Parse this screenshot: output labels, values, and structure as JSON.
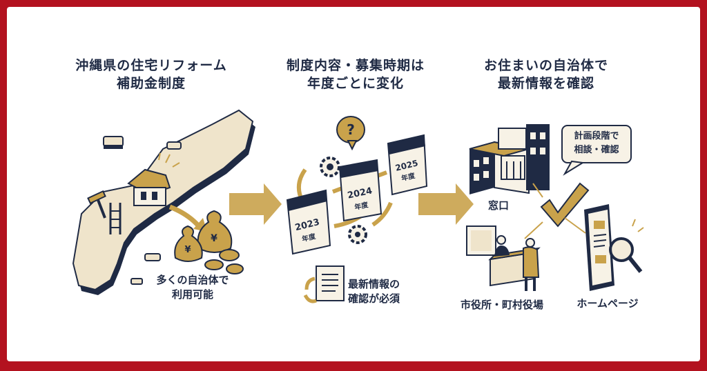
{
  "colors": {
    "frame": "#b3121f",
    "navy": "#1f2a44",
    "gold": "#c9a24b",
    "land": "#efe4cb",
    "paper": "#f7f2e6"
  },
  "sections": [
    {
      "heading": [
        "沖縄県の住宅リフォーム",
        "補助金制度"
      ],
      "caption": [
        "多くの自治体で",
        "利用可能"
      ],
      "icons": [
        "okinawa-map-icon",
        "house-icon",
        "hammer-icon",
        "money-bag-icon",
        "yen-coin-icon"
      ]
    },
    {
      "heading": [
        "制度内容・募集時期は",
        "年度ごとに変化"
      ],
      "caption": [
        "最新情報の",
        "確認が必須"
      ],
      "calendars": [
        {
          "year": "2023",
          "unit": "年度"
        },
        {
          "year": "2024",
          "unit": "年度"
        },
        {
          "year": "2025",
          "unit": "年度"
        }
      ],
      "icons": [
        "question-bubble-icon",
        "gear-icon",
        "document-refresh-icon"
      ]
    },
    {
      "heading": [
        "お住まいの自治体で",
        "最新情報を確認"
      ],
      "speech": [
        "計画段階で",
        "相談・確認"
      ],
      "labels": {
        "window": "窓口",
        "office": "市役所・町村役場",
        "homepage": "ホームページ"
      },
      "icons": [
        "building-icon",
        "checkmark-icon",
        "tablet-icon",
        "magnifier-icon",
        "counter-desk-icon"
      ]
    }
  ]
}
